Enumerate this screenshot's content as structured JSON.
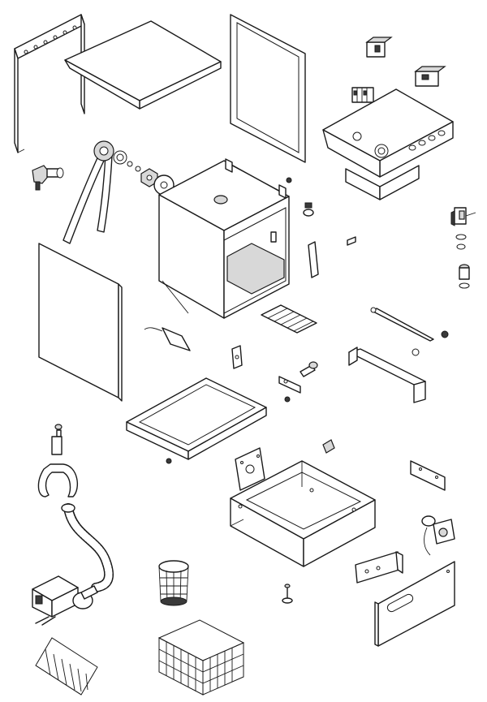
{
  "figure": {
    "kind": "exploded-parts-drawing",
    "line_color": "#1a1a1a",
    "background": "#ffffff",
    "parts": [
      "back-frame",
      "top-cover-panel",
      "right-side-panel",
      "electrical-components",
      "control-panel-bracket",
      "faucet-valve",
      "drain-hose-pipe",
      "pipe-fittings",
      "inner-vat",
      "left-side-panel",
      "heating-element",
      "gas-valve",
      "vat-grate",
      "small-bracket",
      "pipe-hook",
      "door-hinge-bracket",
      "bolt",
      "shelf-tray",
      "drain-cock",
      "flexible-drain-hose",
      "drain-pump",
      "wire-basket-small",
      "wire-basket-large",
      "dish-rack",
      "base-frame",
      "thermostat",
      "mounting-plate",
      "front-panel",
      "adjustable-foot"
    ]
  }
}
